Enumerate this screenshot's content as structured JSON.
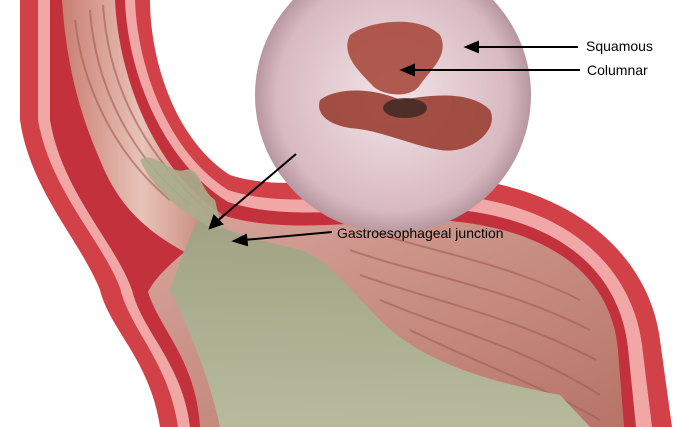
{
  "labels": {
    "squamous": "Squamous",
    "columnar": "Columnar",
    "gej": "Gastroesophageal junction"
  },
  "colors": {
    "wall_outer": "#d9444c",
    "wall_inner": "#b82b36",
    "lining_pink": "#e9b7b3",
    "stomach_inner": "#c98f86",
    "mucosa_green": "#a8ae8f",
    "endoscopy_pink": "#e8d3d8",
    "endoscopy_red": "#a8473a"
  }
}
